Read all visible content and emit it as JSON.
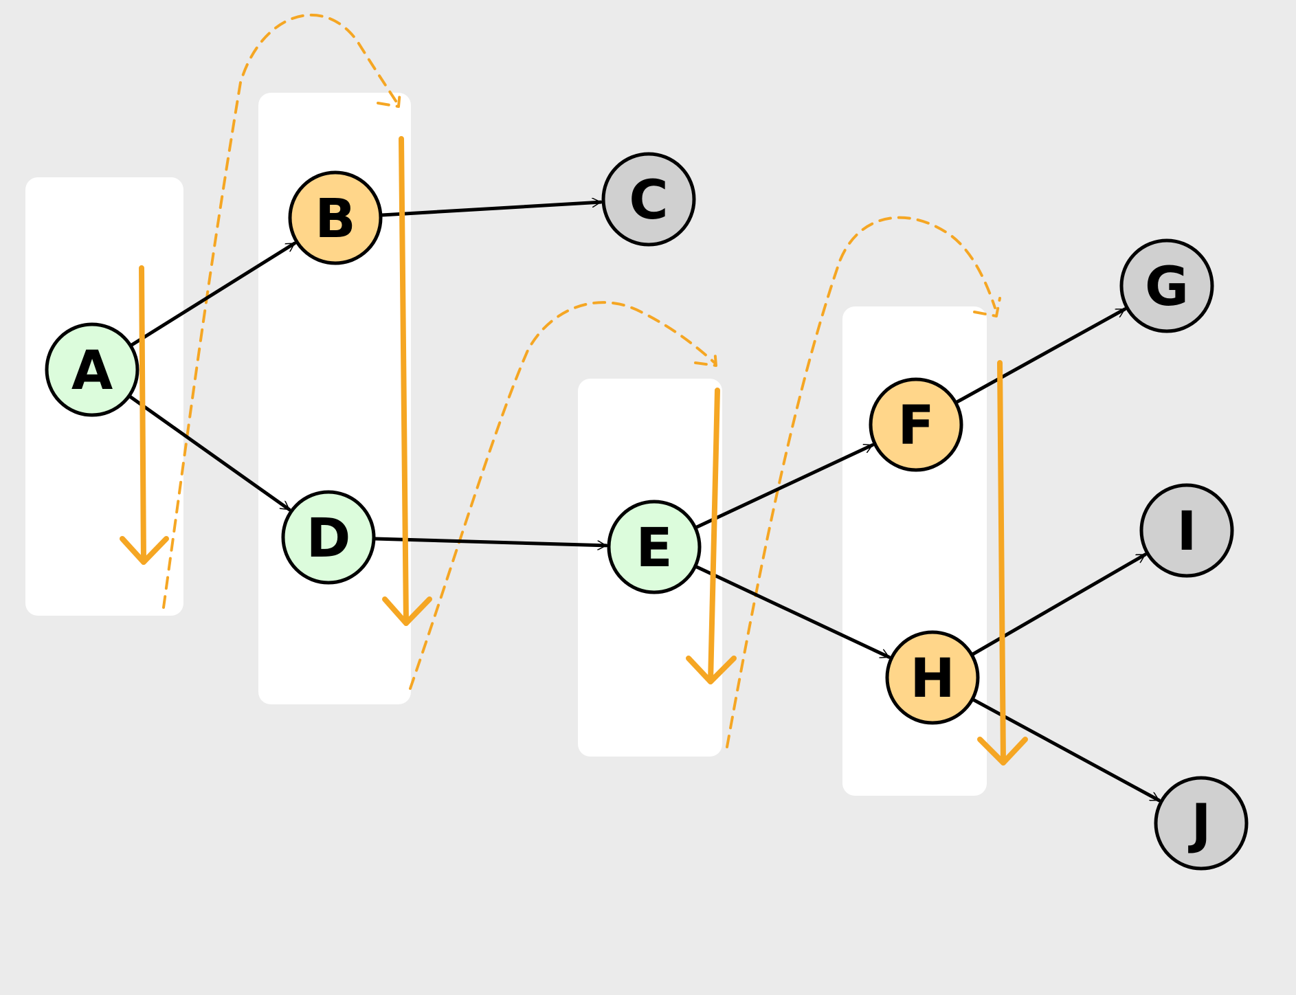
{
  "colors": {
    "background": "#ebebeb",
    "panel": "#ffffff",
    "green": "#dcfcdc",
    "orange": "#ffd68a",
    "gray": "#d0d0d0",
    "arrow": "#f5a623",
    "edge": "#000000"
  },
  "nodes": {
    "A": {
      "label": "A",
      "color": "green"
    },
    "B": {
      "label": "B",
      "color": "orange"
    },
    "C": {
      "label": "C",
      "color": "gray"
    },
    "D": {
      "label": "D",
      "color": "green"
    },
    "E": {
      "label": "E",
      "color": "green"
    },
    "F": {
      "label": "F",
      "color": "orange"
    },
    "G": {
      "label": "G",
      "color": "gray"
    },
    "H": {
      "label": "H",
      "color": "orange"
    },
    "I": {
      "label": "I",
      "color": "gray"
    },
    "J": {
      "label": "J",
      "color": "gray"
    }
  },
  "edges": [
    {
      "from": "A",
      "to": "B"
    },
    {
      "from": "A",
      "to": "D"
    },
    {
      "from": "B",
      "to": "C"
    },
    {
      "from": "D",
      "to": "E"
    },
    {
      "from": "E",
      "to": "F"
    },
    {
      "from": "E",
      "to": "H"
    },
    {
      "from": "F",
      "to": "G"
    },
    {
      "from": "H",
      "to": "I"
    },
    {
      "from": "H",
      "to": "J"
    }
  ]
}
